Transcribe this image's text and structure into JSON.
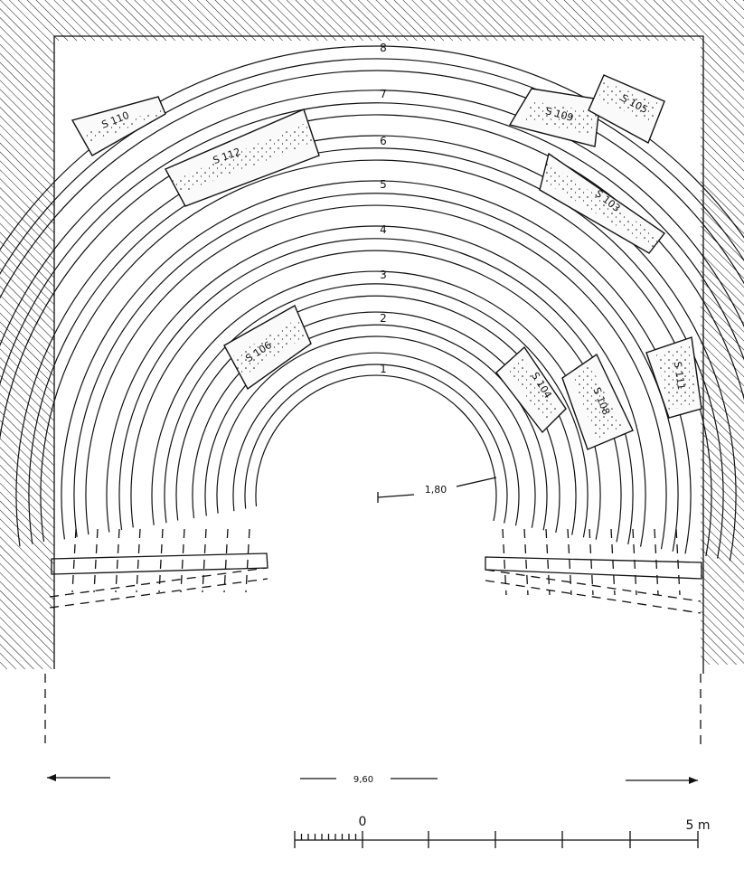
{
  "plan": {
    "row_labels": [
      "1",
      "2",
      "3",
      "4",
      "5",
      "6",
      "7",
      "8"
    ],
    "radius_label": "1,80",
    "width_label": "9,60"
  },
  "blocks": [
    {
      "id": "S 110"
    },
    {
      "id": "S 112"
    },
    {
      "id": "S 109"
    },
    {
      "id": "S 105"
    },
    {
      "id": "S 103"
    },
    {
      "id": "S 106"
    },
    {
      "id": "S 104"
    },
    {
      "id": "S 108"
    },
    {
      "id": "S 111"
    }
  ],
  "scale_bar": {
    "start_label": "0",
    "end_label": "5 m"
  },
  "colors": {
    "ink": "#111111",
    "paper": "#ffffff"
  }
}
